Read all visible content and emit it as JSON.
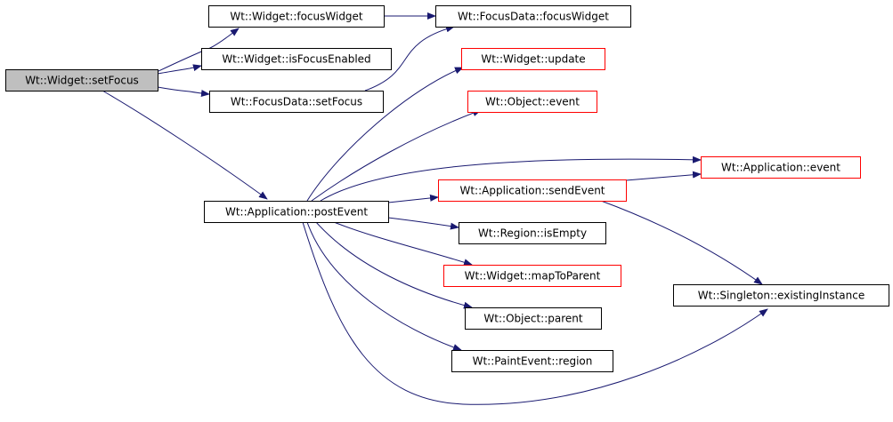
{
  "colors": {
    "background": "#ffffff",
    "edge": "#191970",
    "border_normal": "#000000",
    "border_truncated": "#ff0000",
    "root_fill": "#bfbfbf",
    "node_fill": "#ffffff"
  },
  "nodes": [
    {
      "id": "setFocus",
      "label": "Wt::Widget::setFocus",
      "kind": "root"
    },
    {
      "id": "focusWidget",
      "label": "Wt::Widget::focusWidget",
      "kind": "normal"
    },
    {
      "id": "isFocusEnabled",
      "label": "Wt::Widget::isFocusEnabled",
      "kind": "normal"
    },
    {
      "id": "fdSetFocus",
      "label": "Wt::FocusData::setFocus",
      "kind": "normal"
    },
    {
      "id": "fdFocusWidget",
      "label": "Wt::FocusData::focusWidget",
      "kind": "normal"
    },
    {
      "id": "update",
      "label": "Wt::Widget::update",
      "kind": "truncated"
    },
    {
      "id": "objEvent",
      "label": "Wt::Object::event",
      "kind": "truncated"
    },
    {
      "id": "postEvent",
      "label": "Wt::Application::postEvent",
      "kind": "normal"
    },
    {
      "id": "sendEvent",
      "label": "Wt::Application::sendEvent",
      "kind": "truncated"
    },
    {
      "id": "appEvent",
      "label": "Wt::Application::event",
      "kind": "truncated"
    },
    {
      "id": "isEmpty",
      "label": "Wt::Region::isEmpty",
      "kind": "normal"
    },
    {
      "id": "mapToParent",
      "label": "Wt::Widget::mapToParent",
      "kind": "truncated"
    },
    {
      "id": "parent",
      "label": "Wt::Object::parent",
      "kind": "normal"
    },
    {
      "id": "region",
      "label": "Wt::PaintEvent::region",
      "kind": "normal"
    },
    {
      "id": "existingInstance",
      "label": "Wt::Singleton::existingInstance",
      "kind": "normal"
    }
  ],
  "edges": [
    {
      "from": "setFocus",
      "to": "focusWidget"
    },
    {
      "from": "setFocus",
      "to": "isFocusEnabled"
    },
    {
      "from": "setFocus",
      "to": "fdSetFocus"
    },
    {
      "from": "setFocus",
      "to": "postEvent"
    },
    {
      "from": "focusWidget",
      "to": "fdFocusWidget"
    },
    {
      "from": "fdSetFocus",
      "to": "fdFocusWidget"
    },
    {
      "from": "postEvent",
      "to": "update"
    },
    {
      "from": "postEvent",
      "to": "objEvent"
    },
    {
      "from": "postEvent",
      "to": "appEvent"
    },
    {
      "from": "postEvent",
      "to": "sendEvent"
    },
    {
      "from": "postEvent",
      "to": "isEmpty"
    },
    {
      "from": "postEvent",
      "to": "mapToParent"
    },
    {
      "from": "postEvent",
      "to": "parent"
    },
    {
      "from": "postEvent",
      "to": "region"
    },
    {
      "from": "postEvent",
      "to": "existingInstance"
    },
    {
      "from": "sendEvent",
      "to": "appEvent"
    },
    {
      "from": "sendEvent",
      "to": "existingInstance"
    }
  ]
}
